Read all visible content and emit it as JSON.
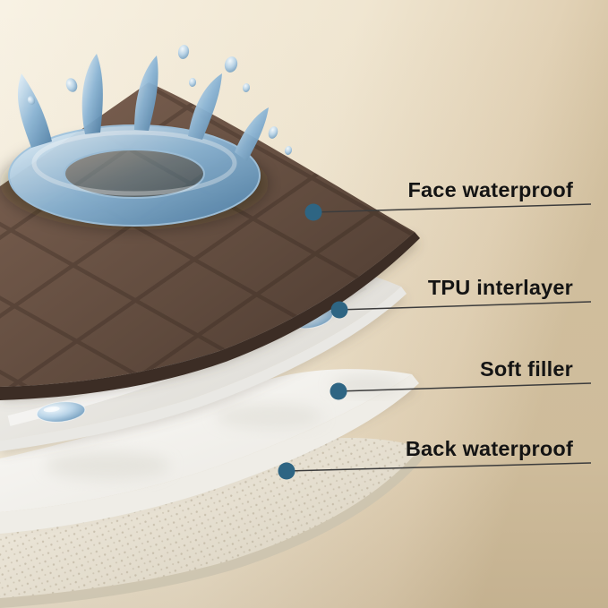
{
  "callouts": [
    {
      "label": "Face waterproof",
      "dot_color": "#2e6583"
    },
    {
      "label": "TPU interlayer",
      "dot_color": "#2e6583"
    },
    {
      "label": "Soft filler",
      "dot_color": "#2e6583"
    },
    {
      "label": "Back waterproof",
      "dot_color": "#2e6583"
    }
  ],
  "layers": [
    {
      "name": "Face waterproof",
      "color": "#6b5246"
    },
    {
      "name": "TPU interlayer",
      "color": "#e8e7e3"
    },
    {
      "name": "Soft filler",
      "color": "#f5f3ef"
    },
    {
      "name": "Back waterproof",
      "color": "#e9e2d3"
    }
  ],
  "colors": {
    "background_start": "#f8f2e4",
    "background_end": "#d3c1a0",
    "leader_line": "#3c3c3c",
    "label_text": "#141414",
    "water": "#6f9ec4"
  }
}
